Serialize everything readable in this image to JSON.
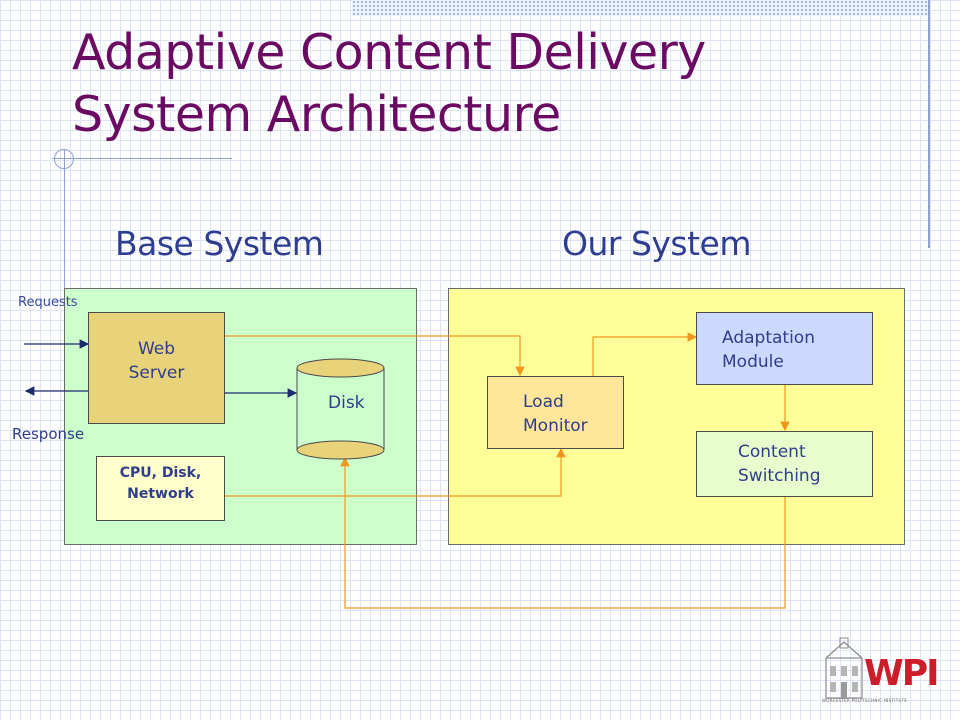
{
  "slide": {
    "title_line1": "Adaptive Content Delivery",
    "title_line2": "System Architecture",
    "base_label": "Base System",
    "our_label": "Our System"
  },
  "labels": {
    "requests": "Requests",
    "response": "Response"
  },
  "nodes": {
    "web_server": [
      "Web",
      "Server"
    ],
    "resources": [
      "CPU, Disk,",
      "Network"
    ],
    "disk": "Disk",
    "load_monitor": [
      "Load",
      "Monitor"
    ],
    "adaptation_module": [
      "Adaptation",
      "Module"
    ],
    "content_switching": [
      "Content",
      "Switching"
    ]
  },
  "logo": {
    "text": "WPI",
    "tagline": "WORCESTER POLYTECHNIC INSTITUTE"
  },
  "colors": {
    "title": "#6a0a62",
    "section_label": "#2e3d8f",
    "base_panel": "#ccffcc",
    "our_panel": "#ffff99",
    "web_server": "#e8d27a",
    "load_monitor": "#ffe699",
    "adaptation_module": "#ccd9ff",
    "content_switching": "#e6ffcc",
    "arrow_orange": "#f0961e",
    "arrow_navy": "#1c2a6e",
    "logo_red": "#cc1e2a"
  }
}
